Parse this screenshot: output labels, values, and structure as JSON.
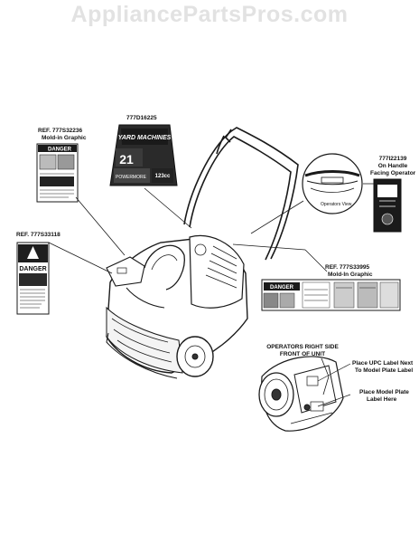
{
  "watermark": "AppliancePartsPros.com",
  "labels": {
    "ref_77032236": "REF. 777S32236",
    "ref_77032236_sub": "Mold-in Graphic",
    "part_777d16225": "777D16225",
    "part_777i22139": "777I22139",
    "part_777i22139_sub1": "On Handle",
    "part_777i22139_sub2": "Facing Operator",
    "ref_777s33118": "REF. 777S33118",
    "ref_777s33995": "REF. 777S33995",
    "ref_777s33995_sub": "Mold-In Graphic",
    "operators_view": "Operators View",
    "operators_right_side": "OPERATORS RIGHT SIDE",
    "front_of_unit": "FRONT OF UNIT",
    "upc_label_1": "Place UPC Label Next",
    "upc_label_2": "To Model Plate Label",
    "model_plate_1": "Place Model Plate",
    "model_plate_2": "Label Here"
  },
  "decals": {
    "danger_word": "DANGER",
    "yard_machines": "YARD MACHINES",
    "model_number": "21",
    "cc_value": "123cc",
    "powermore": "POWERMORE"
  },
  "colors": {
    "line": "#1a1a1a",
    "decal_dark": "#1c1c1c",
    "watermark": "#e2e2e2"
  }
}
